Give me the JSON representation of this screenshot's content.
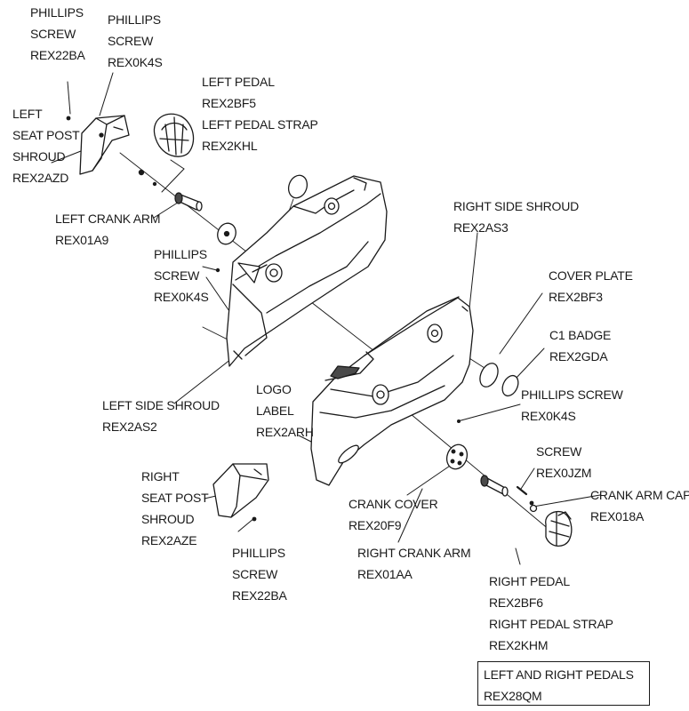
{
  "colors": {
    "ink": "#1a1a1a",
    "part_fill": "#ffffff",
    "shade": "#4a4a4a"
  },
  "labels": {
    "phillips_screw_a": [
      "PHILLIPS",
      "SCREW",
      "REX22BA"
    ],
    "phillips_screw_b": [
      "PHILLIPS",
      "SCREW",
      "REX0K4S"
    ],
    "left_pedal": [
      "LEFT PEDAL",
      "REX2BF5",
      "LEFT PEDAL STRAP",
      "REX2KHL"
    ],
    "left_seat_post_shroud": [
      "LEFT",
      "SEAT POST",
      "SHROUD",
      "REX2AZD"
    ],
    "left_crank_arm": [
      "LEFT CRANK ARM",
      "REX01A9"
    ],
    "phillips_screw_c": [
      "PHILLIPS",
      "SCREW",
      "REX0K4S"
    ],
    "right_side_shroud": [
      "RIGHT SIDE SHROUD",
      "REX2AS3"
    ],
    "cover_plate": [
      "COVER PLATE",
      "REX2BF3"
    ],
    "c1_badge": [
      "C1 BADGE",
      "REX2GDA"
    ],
    "phillips_screw_d": [
      "PHILLIPS SCREW",
      "REX0K4S"
    ],
    "left_side_shroud": [
      "LEFT SIDE SHROUD",
      "REX2AS2"
    ],
    "logo_label": [
      "LOGO",
      "LABEL",
      "REX2ARH"
    ],
    "screw": [
      "SCREW",
      "REX0JZM"
    ],
    "crank_arm_cap": [
      "CRANK ARM CAP",
      "REX018A"
    ],
    "right_seat_post_shroud": [
      "RIGHT",
      "SEAT POST",
      "SHROUD",
      "REX2AZE"
    ],
    "crank_cover": [
      "CRANK COVER",
      "REX20F9"
    ],
    "right_crank_arm": [
      "RIGHT CRANK ARM",
      "REX01AA"
    ],
    "phillips_screw_e": [
      "PHILLIPS",
      "SCREW",
      "REX22BA"
    ],
    "right_pedal": [
      "RIGHT PEDAL",
      "REX2BF6",
      "RIGHT PEDAL STRAP",
      "REX2KHM"
    ],
    "pedals_box": [
      "LEFT AND RIGHT PEDALS",
      "REX28QM"
    ]
  }
}
